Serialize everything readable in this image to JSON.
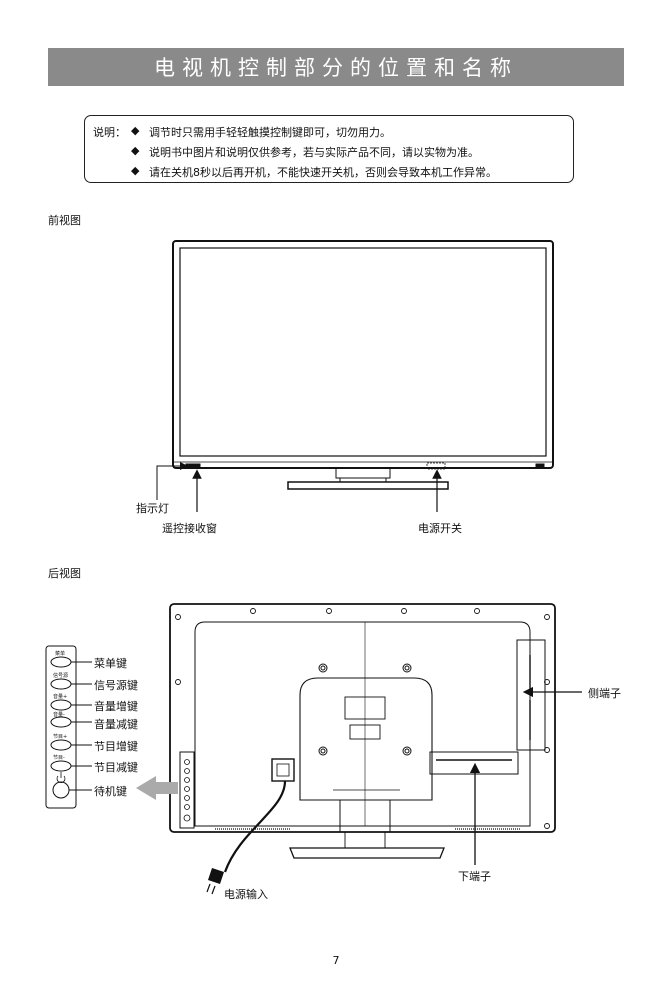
{
  "title": "电视机控制部分的位置和名称",
  "notes": {
    "label": "说明：",
    "bullet": "◆",
    "items": [
      "调节时只需用手轻轻触摸控制键即可，切勿用力。",
      "说明书中图片和说明仅供参考，若与实际产品不同，请以实物为准。",
      "请在关机8秒以后再开机，不能快速开关机，否则会导致本机工作异常。"
    ]
  },
  "front": {
    "label": "前视图",
    "callouts": {
      "indicator": "指示灯",
      "remote_window": "遥控接收窗",
      "power_switch": "电源开关"
    }
  },
  "rear": {
    "label": "后视图",
    "buttons": [
      {
        "small": "菜单",
        "label": "菜单键"
      },
      {
        "small": "信号源",
        "label": "信号源键"
      },
      {
        "small": "音量+",
        "label": "音量增键"
      },
      {
        "small": "音量-",
        "label": "音量减键"
      },
      {
        "small": "节目+",
        "label": "节目增键"
      },
      {
        "small": "节目-",
        "label": "节目减键"
      },
      {
        "small": "",
        "label": "待机键"
      }
    ],
    "callouts": {
      "side_ports": "侧端子",
      "bottom_ports": "下端子",
      "power_input": "电源输入"
    }
  },
  "page_number": "7"
}
